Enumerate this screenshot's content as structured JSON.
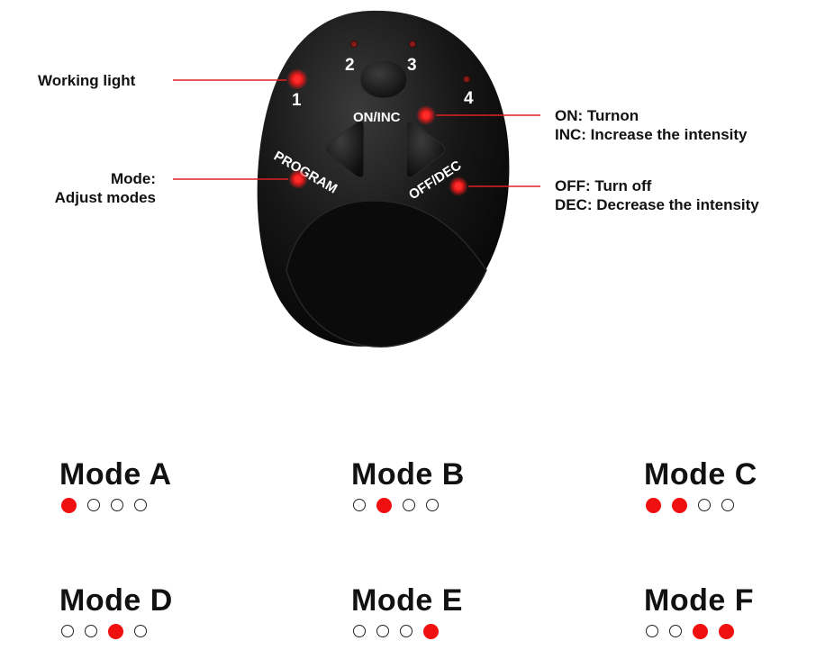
{
  "device": {
    "light_numbers": [
      "1",
      "2",
      "3",
      "4"
    ],
    "on_inc_label": "ON/INC",
    "program_label": "PROGRAM",
    "off_dec_label": "OFF/DEC",
    "body_color": "#141414",
    "light_color": "#ff1a1a"
  },
  "callouts": {
    "working_light": "Working light",
    "mode_line1": "Mode:",
    "mode_line2": "Adjust modes",
    "on_line1": "ON: Turnon",
    "on_line2": "INC: Increase  the intensity",
    "off_line1": "OFF: Turn off",
    "off_line2": "DEC: Decrease the intensity",
    "line_color": "#e02020"
  },
  "modes": [
    {
      "label": "Mode A",
      "lights": [
        true,
        false,
        false,
        false
      ]
    },
    {
      "label": "Mode B",
      "lights": [
        false,
        true,
        false,
        false
      ]
    },
    {
      "label": "Mode C",
      "lights": [
        true,
        true,
        false,
        false
      ]
    },
    {
      "label": "Mode D",
      "lights": [
        false,
        false,
        true,
        false
      ]
    },
    {
      "label": "Mode E",
      "lights": [
        false,
        false,
        false,
        true
      ]
    },
    {
      "label": "Mode F",
      "lights": [
        false,
        false,
        true,
        true
      ]
    }
  ]
}
